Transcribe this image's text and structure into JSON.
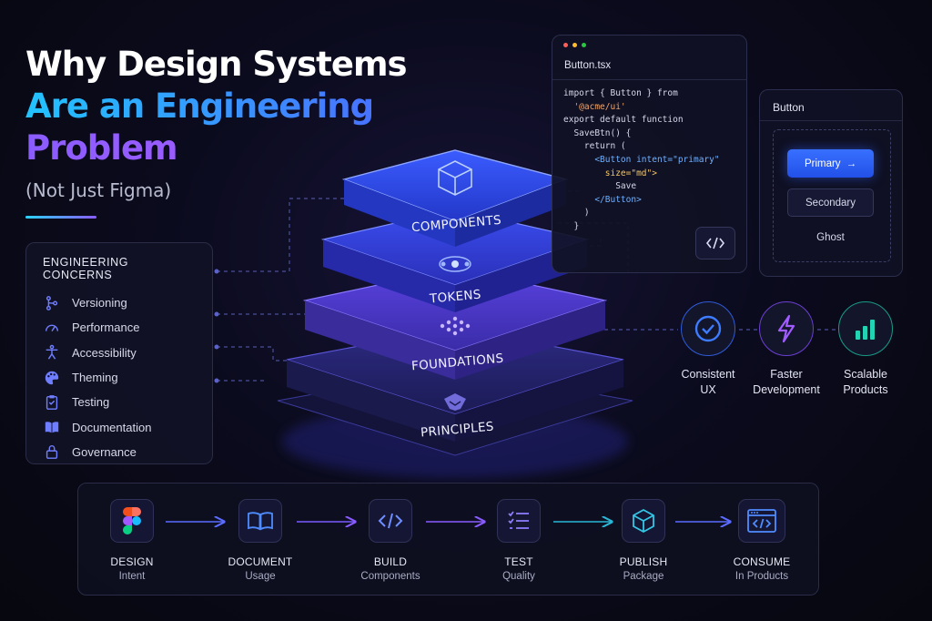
{
  "title": {
    "line1": "Why Design Systems",
    "line2": "Are an Engineering",
    "line3": "Problem",
    "subtitle": "(Not Just Figma)"
  },
  "concerns": {
    "heading": "ENGINEERING CONCERNS",
    "items": [
      {
        "label": "Versioning",
        "icon": "branch-icon"
      },
      {
        "label": "Performance",
        "icon": "gauge-icon"
      },
      {
        "label": "Accessibility",
        "icon": "person-icon"
      },
      {
        "label": "Theming",
        "icon": "palette-icon"
      },
      {
        "label": "Testing",
        "icon": "clipboard-check-icon"
      },
      {
        "label": "Documentation",
        "icon": "book-icon"
      },
      {
        "label": "Governance",
        "icon": "lock-icon"
      }
    ]
  },
  "stack": {
    "layers": [
      {
        "label": "COMPONENTS",
        "icon": "cube-icon",
        "color": "#2f47e0"
      },
      {
        "label": "TOKENS",
        "icon": "tokens-icon",
        "color": "#3a3fd8"
      },
      {
        "label": "FOUNDATIONS",
        "icon": "grid-dots-icon",
        "color": "#4a3bc8"
      },
      {
        "label": "PRINCIPLES",
        "icon": "shield-icon",
        "color": "#2f2a78"
      }
    ]
  },
  "code_card": {
    "filename": "Button.tsx",
    "lines": [
      "import { Button } from",
      "  '@acme/ui'",
      "",
      "export default function",
      "  SaveBtn() {",
      "    return (",
      "      <Button intent=\"primary\"",
      "        size=\"md\">",
      "          Save",
      "      </Button>",
      "    )",
      "  }"
    ],
    "icon": "code-icon"
  },
  "button_preview": {
    "title": "Button",
    "primary": "Primary",
    "secondary": "Secondary",
    "ghost": "Ghost"
  },
  "outcomes": [
    {
      "line1": "Consistent",
      "line2": "UX",
      "icon": "check-circle-icon",
      "color": "#3d7bff"
    },
    {
      "line1": "Faster",
      "line2": "Development",
      "icon": "lightning-icon",
      "color": "#a05cff"
    },
    {
      "line1": "Scalable",
      "line2": "Products",
      "icon": "bar-chart-icon",
      "color": "#22d3b4"
    }
  ],
  "pipeline": [
    {
      "title": "DESIGN",
      "sub": "Intent",
      "icon": "figma-icon"
    },
    {
      "title": "DOCUMENT",
      "sub": "Usage",
      "icon": "book-open-icon"
    },
    {
      "title": "BUILD",
      "sub": "Components",
      "icon": "code-icon"
    },
    {
      "title": "TEST",
      "sub": "Quality",
      "icon": "checklist-icon"
    },
    {
      "title": "PUBLISH",
      "sub": "Package",
      "icon": "package-icon"
    },
    {
      "title": "CONSUME",
      "sub": "In Products",
      "icon": "browser-code-icon"
    }
  ]
}
